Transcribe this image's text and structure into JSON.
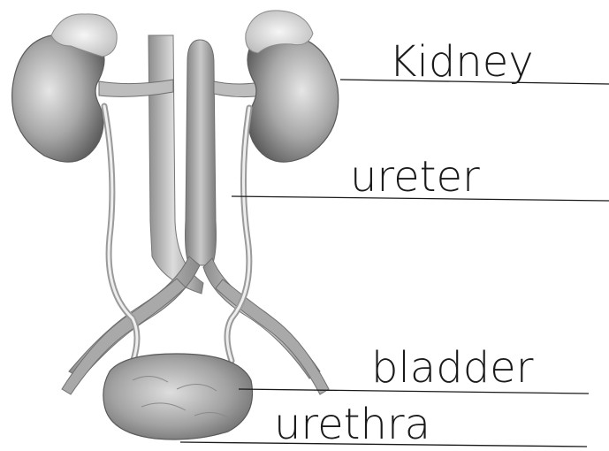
{
  "labels": {
    "kidney": "Kidney",
    "ureter": "ureter",
    "bladder": "bladder",
    "urethra": "urethra"
  },
  "colors": {
    "ink": "#1a1a1a",
    "organ_light": "#d9d9d9",
    "organ_mid": "#a6a6a6",
    "organ_dark": "#6e6e6e",
    "vessel": "#b8b8b8"
  }
}
